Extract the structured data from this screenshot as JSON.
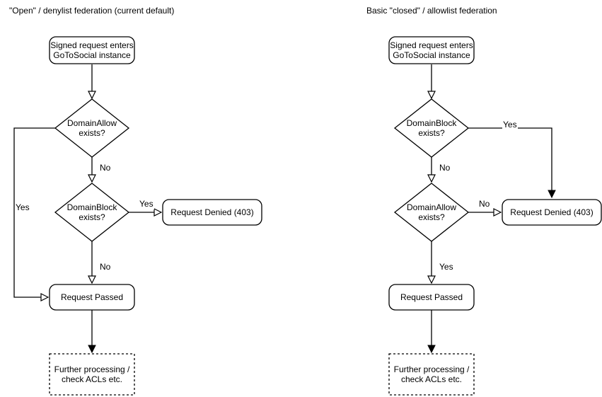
{
  "colors": {
    "stroke": "#000000",
    "shape_fill": "#ffffff",
    "text": "#000000",
    "background": "#ffffff"
  },
  "left": {
    "title": "\"Open\" / denylist federation (current default)",
    "nodes": {
      "start": {
        "label": "Signed request enters\nGoToSocial instance"
      },
      "decision1": {
        "label": "DomainAllow\nexists?"
      },
      "decision2": {
        "label": "DomainBlock\nexists?"
      },
      "denied": {
        "label": "Request Denied (403)"
      },
      "passed": {
        "label": "Request Passed"
      },
      "further": {
        "label": "Further processing /\ncheck ACLs etc."
      }
    },
    "edge_labels": {
      "decision1_no": "No",
      "decision1_yes": "Yes",
      "decision2_yes": "Yes",
      "decision2_no": "No"
    }
  },
  "right": {
    "title": "Basic \"closed\" / allowlist federation",
    "nodes": {
      "start": {
        "label": "Signed request enters\nGoToSocial instance"
      },
      "decision1": {
        "label": "DomainBlock\nexists?"
      },
      "decision2": {
        "label": "DomainAllow\nexists?"
      },
      "denied": {
        "label": "Request Denied (403)"
      },
      "passed": {
        "label": "Request Passed"
      },
      "further": {
        "label": "Further processing /\ncheck ACLs etc."
      }
    },
    "edge_labels": {
      "decision1_yes": "Yes",
      "decision1_no": "No",
      "decision2_no": "No",
      "decision2_yes": "Yes"
    }
  }
}
